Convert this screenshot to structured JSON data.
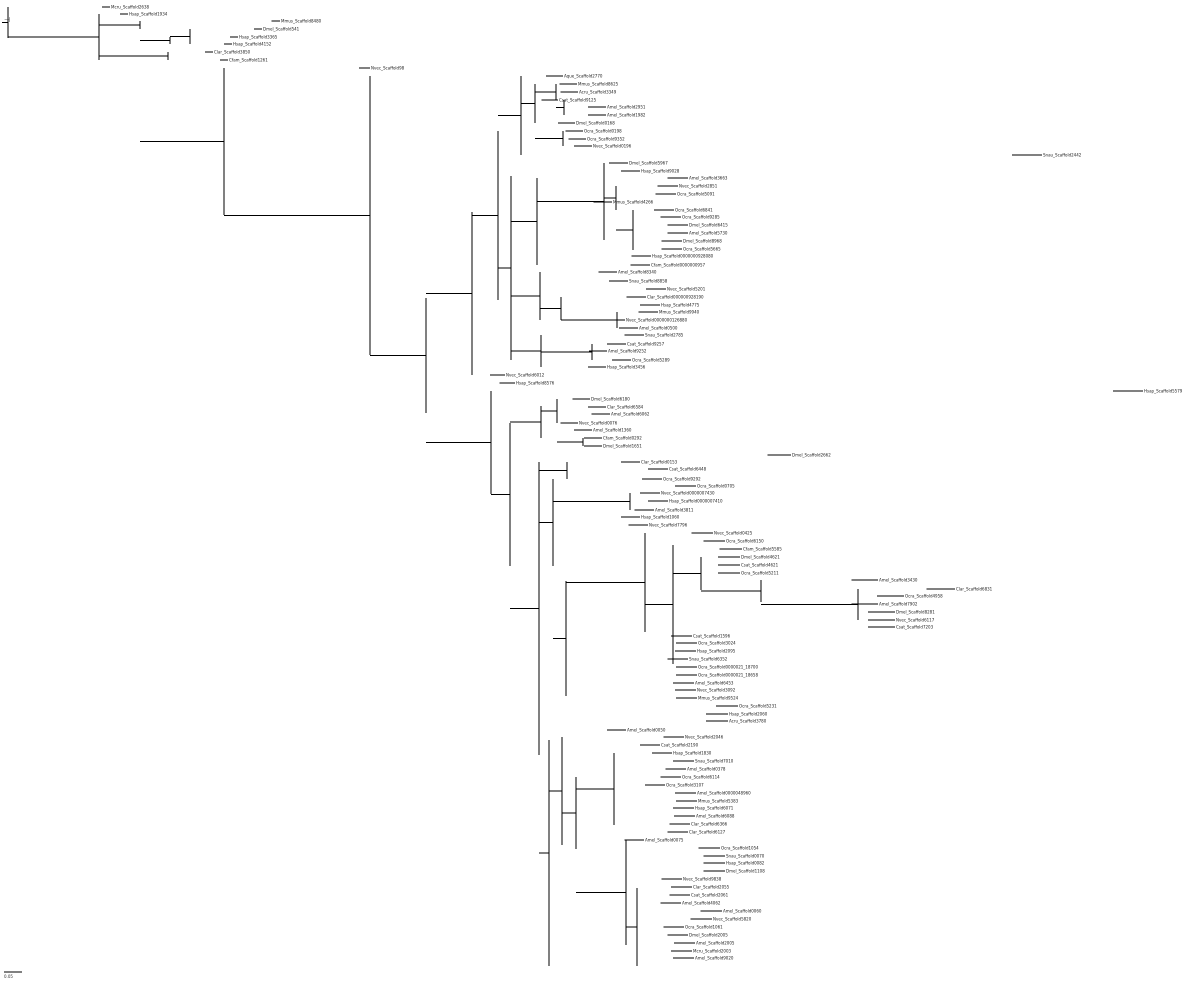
{
  "figure": {
    "type": "phylogenetic-tree",
    "colors": {
      "branch": "#000000",
      "support": "#b03030",
      "text": "#222222"
    }
  },
  "scale": {
    "label": "0.05"
  },
  "leaves": [
    "Mcru_Scaffold2638",
    "Hsap_Scaffold1934",
    "Mmus_Scaffold8480",
    "Dmel_Scaffold541",
    "Hsap_Scaffold3365",
    "Hsap_Scaffold4152",
    "Clar_Scaffold3850",
    "Cfam_Scaffold1261",
    "Nvec_Scaffold98",
    "Aque_Scaffold2770",
    "Mmus_Scaffold8625",
    "Acru_Scaffold3349",
    "Csat_Scaffold9125",
    "Amel_Scaffold2951",
    "Amel_Scaffold1982",
    "Dmel_Scaffold0168",
    "Ocra_Scaffold0198",
    "Ocra_Scaffold9352",
    "Nvec_Scaffold0196",
    "Snau_Scaffold2442",
    "Dmel_Scaffold5967",
    "Hsap_Scaffold9028",
    "Amel_Scaffold3663",
    "Nvec_Scaffold2851",
    "Ocra_Scaffold5091",
    "Mmus_Scaffold4266",
    "Ocra_Scaffold6841",
    "Ocra_Scaffold9285",
    "Dmel_Scaffold6415",
    "Amel_Scaffold5730",
    "Dmel_Scaffold8968",
    "Ocra_Scaffold5665",
    "Hsap_Scaffold0000000928080",
    "Cfam_Scaffold0000000957",
    "Amel_Scaffold8340",
    "Snau_Scaffold8858",
    "Nvec_Scaffold5201",
    "Clar_Scaffold000000928190",
    "Hsap_Scaffold4775",
    "Mmus_Scaffold9940",
    "Nvec_Scaffold0000000126880",
    "Amel_Scaffold0500",
    "Snau_Scaffold2785",
    "Csat_Scaffold9257",
    "Amel_Scaffold9252",
    "Ocra_Scaffold5289",
    "Hsap_Scaffold3456",
    "Nvec_Scaffold6012",
    "Hsap_Scaffold8576",
    "Hsap_Scaffold5579",
    "Dmel_Scaffold6180",
    "Clar_Scaffold6584",
    "Amel_Scaffold6062",
    "Nvec_Scaffold0076",
    "Amel_Scaffold1360",
    "Cfam_Scaffold0292",
    "Dmel_Scaffold1651",
    "Dmel_Scaffold2662",
    "Clar_Scaffold0153",
    "Csat_Scaffold6448",
    "Ocra_Scaffold9292",
    "Ocra_Scaffold0705",
    "Nvec_Scaffold0000007430",
    "Hsap_Scaffold0000007410",
    "Amel_Scaffold3811",
    "Hsap_Scaffold1060",
    "Nvec_Scaffold7796",
    "Nvec_Scaffold0425",
    "Ocra_Scaffold6150",
    "Cfam_Scaffold5585",
    "Dmel_Scaffold4621",
    "Csat_Scaffold4621",
    "Ocra_Scaffold5211",
    "Amel_Scaffold3430",
    "Clar_Scaffold6831",
    "Ocra_Scaffold4958",
    "Amel_Scaffold7902",
    "Dmel_Scaffold8281",
    "Nvec_Scaffold6117",
    "Csat_Scaffold7203",
    "Csat_Scaffold1596",
    "Ocra_Scaffold3024",
    "Hsap_Scaffold2095",
    "Snau_Scaffold6352",
    "Ocra_Scaffold0000021_18700",
    "Ocra_Scaffold0000021_18658",
    "Amel_Scaffold6453",
    "Nvec_Scaffold3092",
    "Mmus_Scaffold9524",
    "Ocra_Scaffold5231",
    "Hsap_Scaffold2060",
    "Acru_Scaffold3780",
    "Amel_Scaffold0050",
    "Nvec_Scaffold2046",
    "Csat_Scaffold2190",
    "Hsap_Scaffold1830",
    "Snau_Scaffold7010",
    "Amel_Scaffold0378",
    "Ocra_Scaffold6114",
    "Ocra_Scaffold3107",
    "Amel_Scaffold0000048960",
    "Mmus_Scaffold5383",
    "Hsap_Scaffold6071",
    "Amel_Scaffold6088",
    "Clar_Scaffold6366",
    "Clar_Scaffold6127",
    "Amel_Scaffold0075",
    "Ocra_Scaffold1054",
    "Snau_Scaffold0070",
    "Hsap_Scaffold0082",
    "Dmel_Scaffold1108",
    "Nvec_Scaffold9838",
    "Clar_Scaffold2055",
    "Csat_Scaffold2061",
    "Amel_Scaffold4062",
    "Amel_Scaffold0060",
    "Nvec_Scaffold5820",
    "Ocra_Scaffold1061",
    "Dmel_Scaffold2005",
    "Amel_Scaffold2005",
    "Mcru_Scaffold2003",
    "Amel_Scaffold9020"
  ]
}
